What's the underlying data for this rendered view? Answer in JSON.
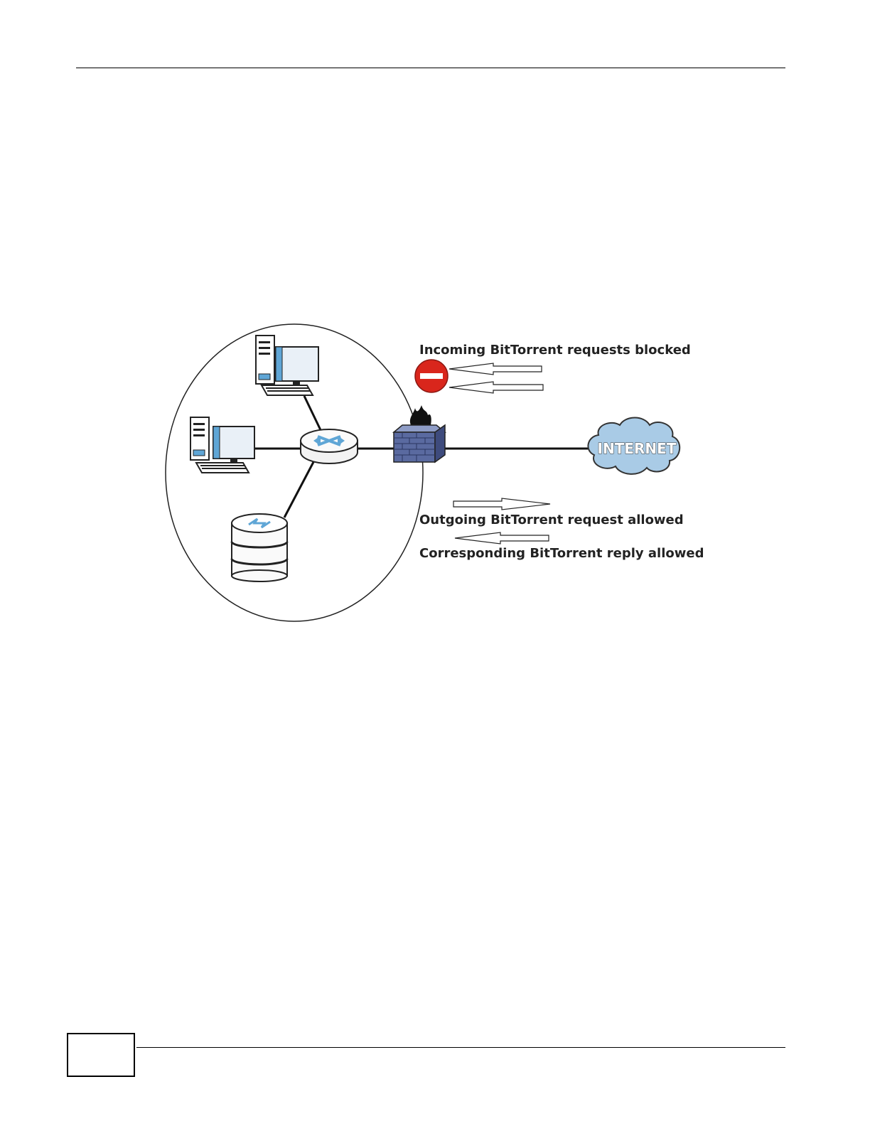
{
  "diagram": {
    "label_incoming": "Incoming BitTorrent requests blocked",
    "label_outgoing": "Outgoing BitTorrent request allowed",
    "label_reply": "Corresponding BitTorrent reply allowed",
    "cloud_label": "INTERNET"
  },
  "colors": {
    "monitor_blue": "#5fa6d6",
    "firewall_blue": "#5a6aa0",
    "cloud_blue": "#a9cbe6",
    "stop_red": "#d9261c"
  },
  "icons": [
    "computer-icon",
    "router-icon",
    "server-icon",
    "firewall-icon",
    "stop-icon",
    "internet-cloud-icon"
  ]
}
